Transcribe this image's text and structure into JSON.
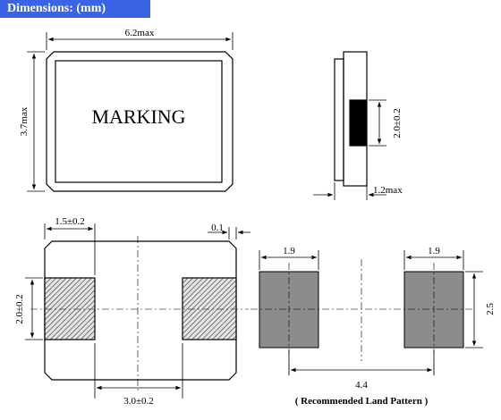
{
  "header": {
    "title": "Dimensions: (mm)"
  },
  "top_view": {
    "marking_label": "MARKING",
    "width_label": "6.2max",
    "height_label": "3.7max"
  },
  "side_view": {
    "pad_height_label": "2.0±0.2",
    "thickness_label": "1.2max"
  },
  "bottom_view": {
    "pad_width_label": "1.5±0.2",
    "corner_label": "0.1",
    "pad_height_label": "2.0±0.2",
    "pad_spacing_label": "3.0±0.2"
  },
  "land_pattern": {
    "left_pad_width_label": "1.9",
    "right_pad_width_label": "1.9",
    "height_label": "2.5",
    "pitch_label": "4.4",
    "caption": "( Recommended Land Pattern )"
  },
  "colors": {
    "header_bg": "#3a63e6",
    "header_text": "#ffffff",
    "pad_fill": "#8c8c8c",
    "hatch": "#555555"
  }
}
